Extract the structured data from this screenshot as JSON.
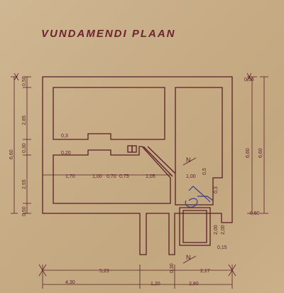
{
  "title": "VUNDAMENDI  PLAAN",
  "dimensions": {
    "left_top": "0,50",
    "left_upper_room": "2,85",
    "left_overall": "6,60",
    "left_mid": "0,30",
    "left_lower_room": "2,55",
    "left_bottom": "0,50",
    "right_top": "0,50",
    "right_overall": "6,60",
    "right_overall_2": "6,60",
    "right_bottom": "0,50",
    "inner_03": "0,3",
    "inner_020": "0,20",
    "row_170": "1,70",
    "row_100a": "1,00",
    "row_070": "0,70",
    "row_075": "0,75",
    "row_105": "1,05",
    "row_100b": "1,00",
    "diag_05": "0,5",
    "sep_03": "0,3",
    "side_200a": "2,00",
    "side_200b": "2,00",
    "side_015": "0,15",
    "bottom_523": "5,23",
    "bottom_030": "0,30",
    "bottom_217": "2,17",
    "bottom_430": "4,30",
    "bottom_120": "1,20",
    "bottom_280": "2,80"
  },
  "markers": {
    "north_top": "N",
    "north_bottom": "N"
  }
}
